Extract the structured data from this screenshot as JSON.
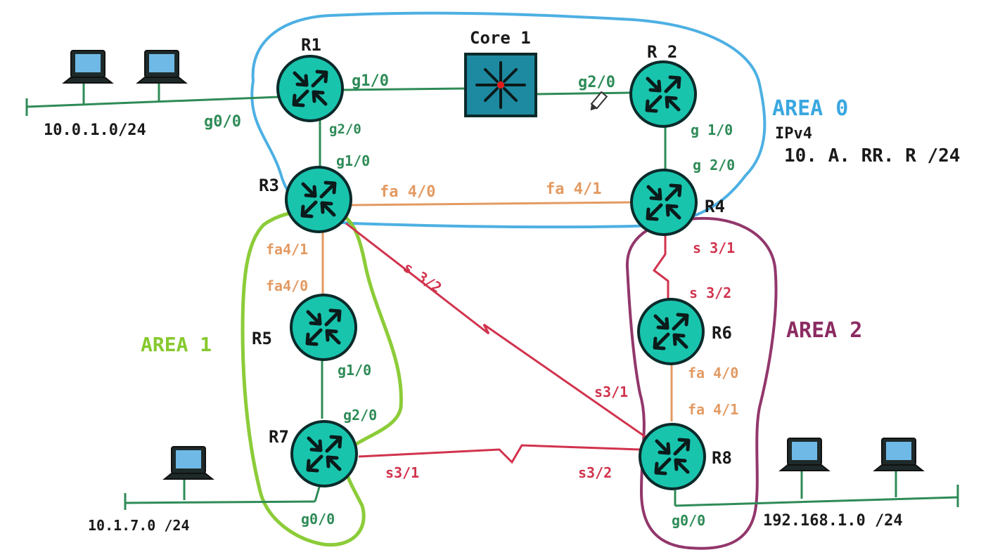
{
  "routers": {
    "r1": "R1",
    "r2": "R 2",
    "r3": "R3",
    "r4": "R4",
    "r5": "R5",
    "r6": "R6",
    "r7": "R7",
    "r8": "R8"
  },
  "switch": {
    "label": "Core 1"
  },
  "areas": {
    "area0": "AREA 0",
    "area1": "AREA 1",
    "area2": "AREA 2"
  },
  "addressing": {
    "line1": "IPv4",
    "line2": "10. A. RR. R /24"
  },
  "networks": {
    "left_top": "10.0.1.0/24",
    "left_bottom": "10.1.7.0 /24",
    "right_bottom": "192.168.1.0 /24"
  },
  "interfaces": {
    "r1_g1_0": "g1/0",
    "r1_g0_0": "g0/0",
    "r1_g2_0": "g2/0",
    "r2_g2_0": "g2/0",
    "r2_g1_0": "g 1/0",
    "r4_g2_0": "g 2/0",
    "r3_g1_0": "g1/0",
    "r3_fa4_0": "fa 4/0",
    "r4_fa4_1": "fa 4/1",
    "r3_fa4_1": "fa4/1",
    "r5_fa4_0": "fa4/0",
    "r3_s3_2": "s 3/2",
    "r4_s3_1": "s 3/1",
    "r6_s3_2": "s 3/2",
    "r5_g1_0": "g1/0",
    "r7_g2_0": "g2/0",
    "r8_s3_1": "s3/1",
    "r6_fa4_0": "fa 4/0",
    "r8_fa4_1": "fa 4/1",
    "r7_s3_1": "s3/1",
    "r8_s3_2": "s3/2",
    "r7_g0_0": "g0/0",
    "r8_g0_0": "g0/0"
  },
  "colors": {
    "router_fill": "#19c4ad",
    "router_stroke": "#0b2a2a",
    "switch_fill": "#1d8aa1",
    "link_green": "#2e8b57",
    "link_orange": "#e39a62",
    "link_red": "#d1334d",
    "area0": "#3aa7e0",
    "area1": "#86c92e",
    "area2": "#8c2c63",
    "text_dark": "#1a1a1a"
  }
}
